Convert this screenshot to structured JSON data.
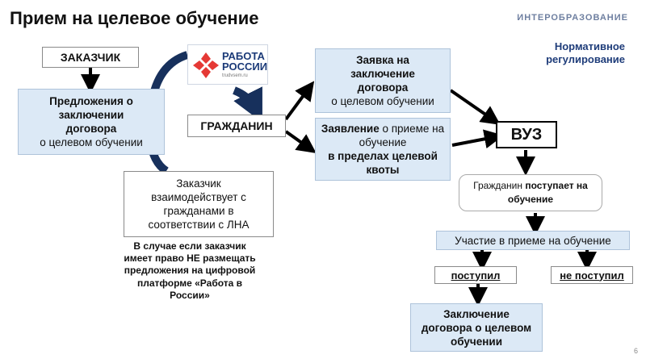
{
  "title": "Прием на целевое обучение",
  "brand": "ИНТЕРОБРАЗОВАНИЕ",
  "side_note": "Нормативное регулирование",
  "customer": "ЗАКАЗЧИК",
  "proposals": {
    "bold": "Предложения о заключении договора",
    "normal": "о целевом обучении"
  },
  "logo": {
    "title": "РАБОТА РОССИИ",
    "url": "trudvsem.ru",
    "icon": "rabota-rossii-logo"
  },
  "citizen": "ГРАЖДАНИН",
  "interaction": "Заказчик взаимодействует с гражданами в соответствии с ЛНА",
  "note": "В случае если заказчик имеет право НЕ размещать предложения на цифровой платформе «Работа в России»",
  "application_contract": {
    "bold": "Заявка на заключение договора",
    "normal": "о целевом обучении"
  },
  "application_admission": {
    "bold1": "Заявление",
    "normal": "о приеме на обучение",
    "bold2": "в пределах целевой квоты"
  },
  "university": "ВУЗ",
  "enters": {
    "normal": "Гражданин",
    "bold": "поступает на обучение"
  },
  "participation": "Участие в приеме на обучение",
  "admitted": "поступил",
  "not_admitted": "не поступил",
  "conclusion": "Заключение договора о целевом обучении",
  "page_number": "6",
  "colors": {
    "box_fill": "#dce9f6",
    "cycle_arrow": "#17305c",
    "accent": "#1f3d7a"
  }
}
